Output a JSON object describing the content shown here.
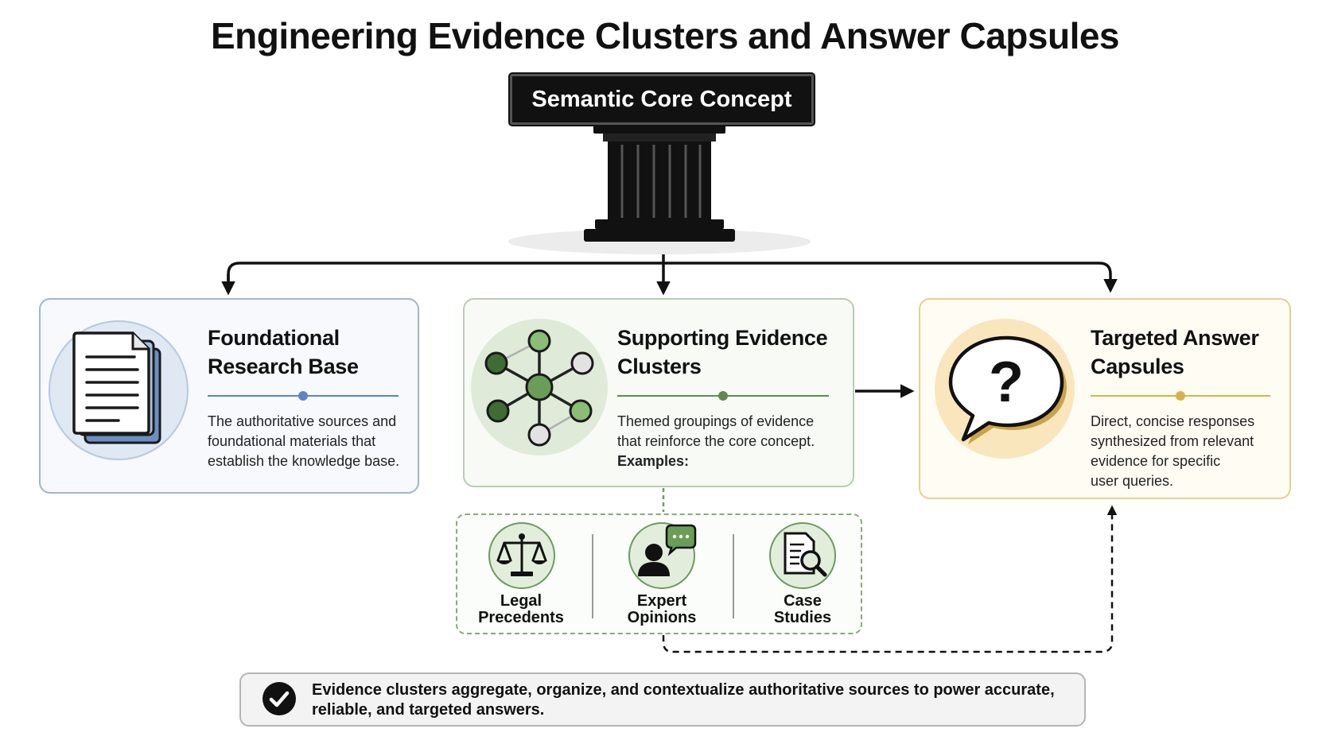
{
  "title": "Engineering Evidence Clusters and Answer Capsules",
  "core": {
    "label": "Semantic Core Concept",
    "icon": "pillar-icon"
  },
  "cards": {
    "foundational": {
      "title_line1": "Foundational",
      "title_line2": "Research Base",
      "desc_lines": [
        "The authoritative sources and",
        "foundational materials that",
        "establish the knowledge base."
      ],
      "icon": "document-stack-icon",
      "accent": "#5b86c0"
    },
    "supporting": {
      "title_line1": "Supporting Evidence",
      "title_line2": "Clusters",
      "desc_lines": [
        "Themed groupings of evidence",
        "that reinforce the core concept."
      ],
      "examples_label": "Examples:",
      "icon": "network-cluster-icon",
      "accent": "#5e8a4f"
    },
    "targeted": {
      "title_line1": "Targeted Answer",
      "title_line2": "Capsules",
      "desc_lines": [
        "Direct, concise responses",
        "synthesized from relevant",
        "evidence for specific",
        "user queries."
      ],
      "icon": "question-speech-bubble-icon",
      "accent": "#d9b24a"
    }
  },
  "examples": [
    {
      "line1": "Legal",
      "line2": "Precedents",
      "icon": "scales-icon"
    },
    {
      "line1": "Expert",
      "line2": "Opinions",
      "icon": "expert-chat-icon"
    },
    {
      "line1": "Case",
      "line2": "Studies",
      "icon": "document-magnifier-icon"
    }
  ],
  "footer": {
    "line1": "Evidence clusters aggregate, organize, and contextualize authoritative sources to power accurate,",
    "line2": "reliable, and targeted answers.",
    "icon": "checkmark-icon"
  }
}
